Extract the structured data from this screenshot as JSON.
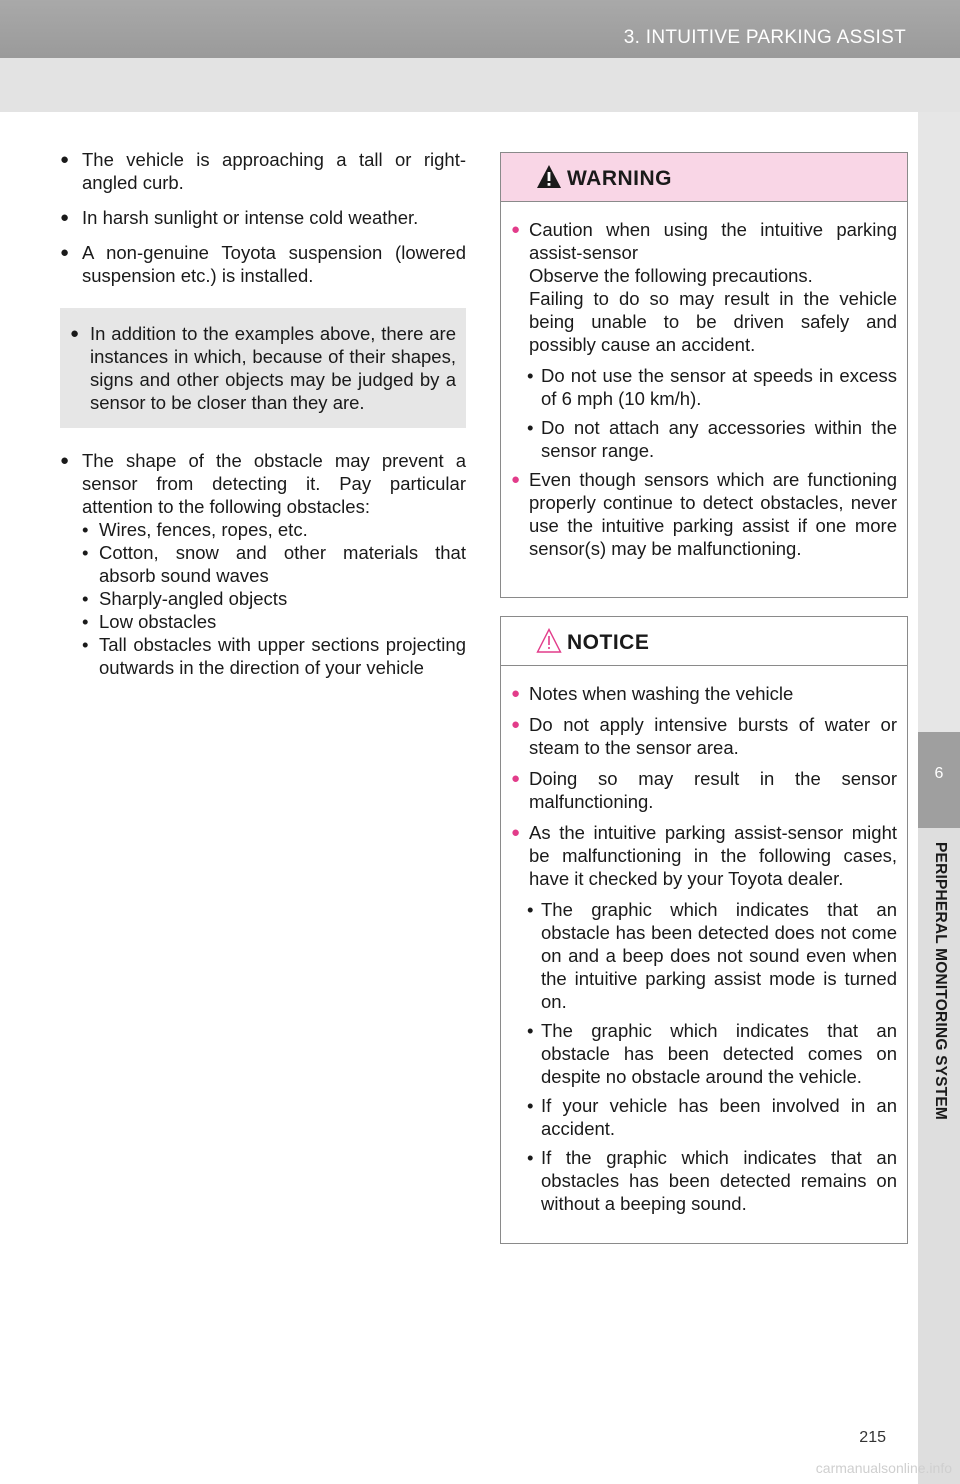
{
  "header": {
    "section_title": "3. INTUITIVE PARKING ASSIST"
  },
  "side_tab": {
    "chapter_number": "6",
    "chapter_title": "PERIPHERAL MONITORING SYSTEM"
  },
  "left": {
    "items": [
      "The vehicle is approaching a tall or right-angled curb.",
      "In harsh sunlight or intense cold weather.",
      "A non-genuine Toyota suspension (lowered suspension etc.) is installed."
    ],
    "note": "In addition to the examples above, there are instances in which, because of their shapes, signs and other objects may be judged by a sensor to be closer than they are.",
    "shape_item": "The shape of the obstacle may prevent a sensor from detecting it. Pay particular attention to the following obstacles:",
    "obstacles": [
      "Wires, fences, ropes, etc.",
      "Cotton, snow and other materials that absorb sound waves",
      "Sharply-angled objects",
      "Low obstacles",
      "Tall obstacles with upper sections projecting outwards in the direction of your vehicle"
    ]
  },
  "warning": {
    "title": "WARNING",
    "item1_title": "Caution when using the intuitive parking assist-sensor",
    "item1_line2": "Observe the following precautions.",
    "item1_line3": "Failing to do so may result in the vehicle being unable to be driven safely and possibly cause an accident.",
    "item1_subs": [
      "Do not use the sensor at speeds in excess of 6 mph (10 km/h).",
      "Do not attach any accessories within the sensor range."
    ],
    "item2": "Even though sensors which are functioning properly continue to detect obstacles, never use the intuitive parking assist if one more sensor(s) may be malfunctioning."
  },
  "notice": {
    "title": "NOTICE",
    "items": [
      "Notes when washing the vehicle",
      "Do not apply intensive bursts of water or steam to the sensor area.",
      "Doing so may result in the sensor malfunctioning.",
      "As the intuitive parking assist-sensor might be malfunctioning in the following cases, have it checked by your Toyota dealer."
    ],
    "subs": [
      "The graphic which indicates that an obstacle has been detected does not come on and a beep does not sound even when the intuitive parking assist mode is turned on.",
      "The graphic which indicates that an obstacle has been detected comes on despite no obstacle around the vehicle.",
      "If your vehicle has been involved in an accident.",
      "If the graphic which indicates that an obstacles has been detected remains on without a beeping sound."
    ]
  },
  "footer": {
    "page_number": "215",
    "watermark": "carmanualsonline.info"
  },
  "colors": {
    "header_dark": "#9f9f9f",
    "header_light": "#e3e3e3",
    "warning_head": "#f9d6e6",
    "bullet_accent": "#e23c8a"
  }
}
